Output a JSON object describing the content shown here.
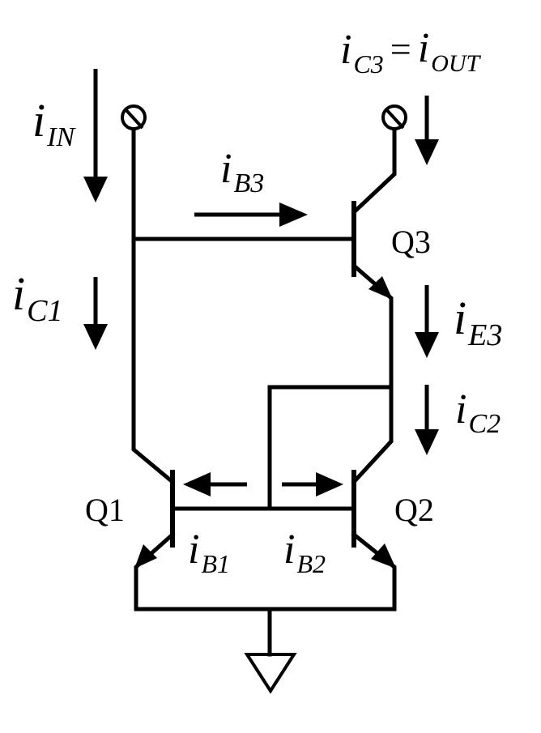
{
  "colors": {
    "ink": "#000000",
    "background": "#ffffff"
  },
  "labels": {
    "i_in": {
      "main": "i",
      "sub": "IN"
    },
    "i_c3": {
      "main": "i",
      "sub": "C3"
    },
    "eq": "=",
    "i_out": {
      "main": "i",
      "sub": "OUT"
    },
    "i_b3": {
      "main": "i",
      "sub": "B3"
    },
    "i_c1": {
      "main": "i",
      "sub": "C1"
    },
    "i_e3": {
      "main": "i",
      "sub": "E3"
    },
    "i_c2": {
      "main": "i",
      "sub": "C2"
    },
    "i_b1": {
      "main": "i",
      "sub": "B1"
    },
    "i_b2": {
      "main": "i",
      "sub": "B2"
    },
    "q1": "Q1",
    "q2": "Q2",
    "q3": "Q3"
  },
  "icons": {
    "input_terminal": "terminal-circle-icon",
    "output_terminal": "terminal-circle-icon",
    "ground": "ground-triangle-icon"
  }
}
